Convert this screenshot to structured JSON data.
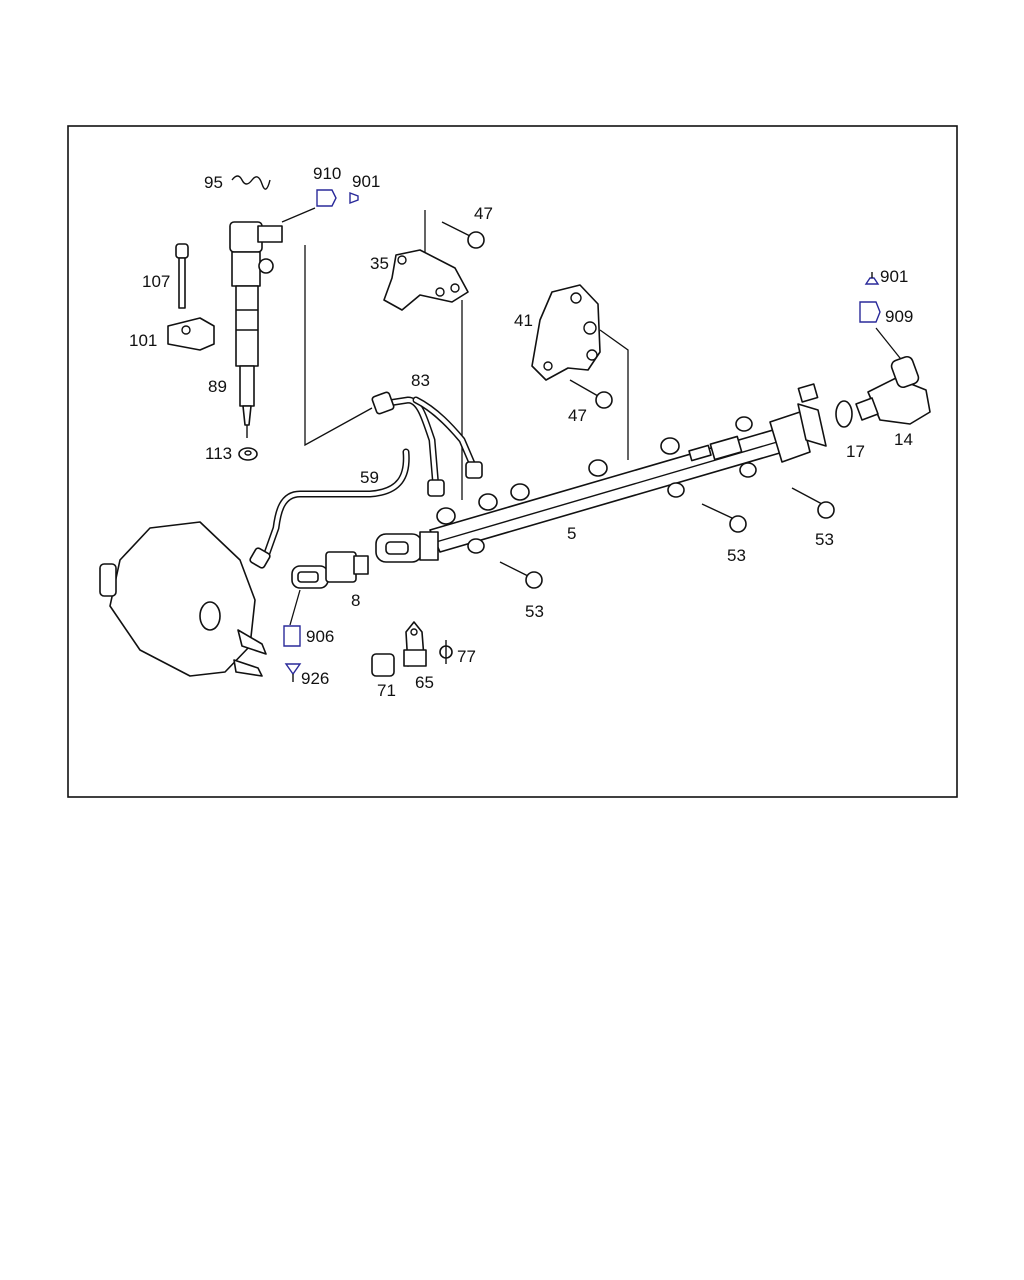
{
  "labels": {
    "l95": "95",
    "l910": "910",
    "l901a": "901",
    "l47a": "47",
    "l35": "35",
    "l107": "107",
    "l101": "101",
    "l89": "89",
    "l113": "113",
    "l83": "83",
    "l59": "59",
    "l41": "41",
    "l47b": "47",
    "l901b": "901",
    "l909": "909",
    "l17": "17",
    "l14": "14",
    "l5": "5",
    "l53a": "53",
    "l53b": "53",
    "l53c": "53",
    "l8": "8",
    "l906": "906",
    "l926": "926",
    "l71": "71",
    "l65": "65",
    "l77": "77"
  }
}
